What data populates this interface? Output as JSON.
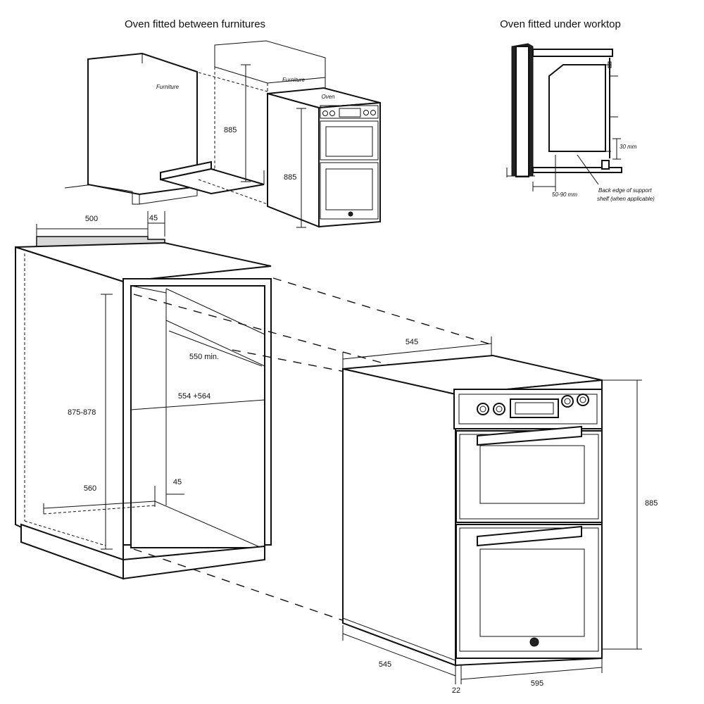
{
  "titles": {
    "between": "Oven fitted between furnitures",
    "under": "Oven fitted under worktop"
  },
  "small_diagram": {
    "furniture_left": "Furniture",
    "furniture_right": "Furniture",
    "oven": "Oven",
    "dim_885_a": "885",
    "dim_885_b": "885"
  },
  "worktop_diagram": {
    "dim_30": "30 mm",
    "dim_50_90": "50-90 mm",
    "note_line1": "Back edge of support",
    "note_line2": "shelf (when applicable)"
  },
  "cabinet": {
    "dim_500": "500",
    "dim_45_top": "45",
    "dim_550": "550 min.",
    "dim_554": "554 +564",
    "dim_875": "875-878",
    "dim_560": "560",
    "dim_45_bottom": "45"
  },
  "oven": {
    "dim_545_top": "545",
    "dim_885": "885",
    "dim_545_bottom": "545",
    "dim_22": "22",
    "dim_595": "595"
  }
}
